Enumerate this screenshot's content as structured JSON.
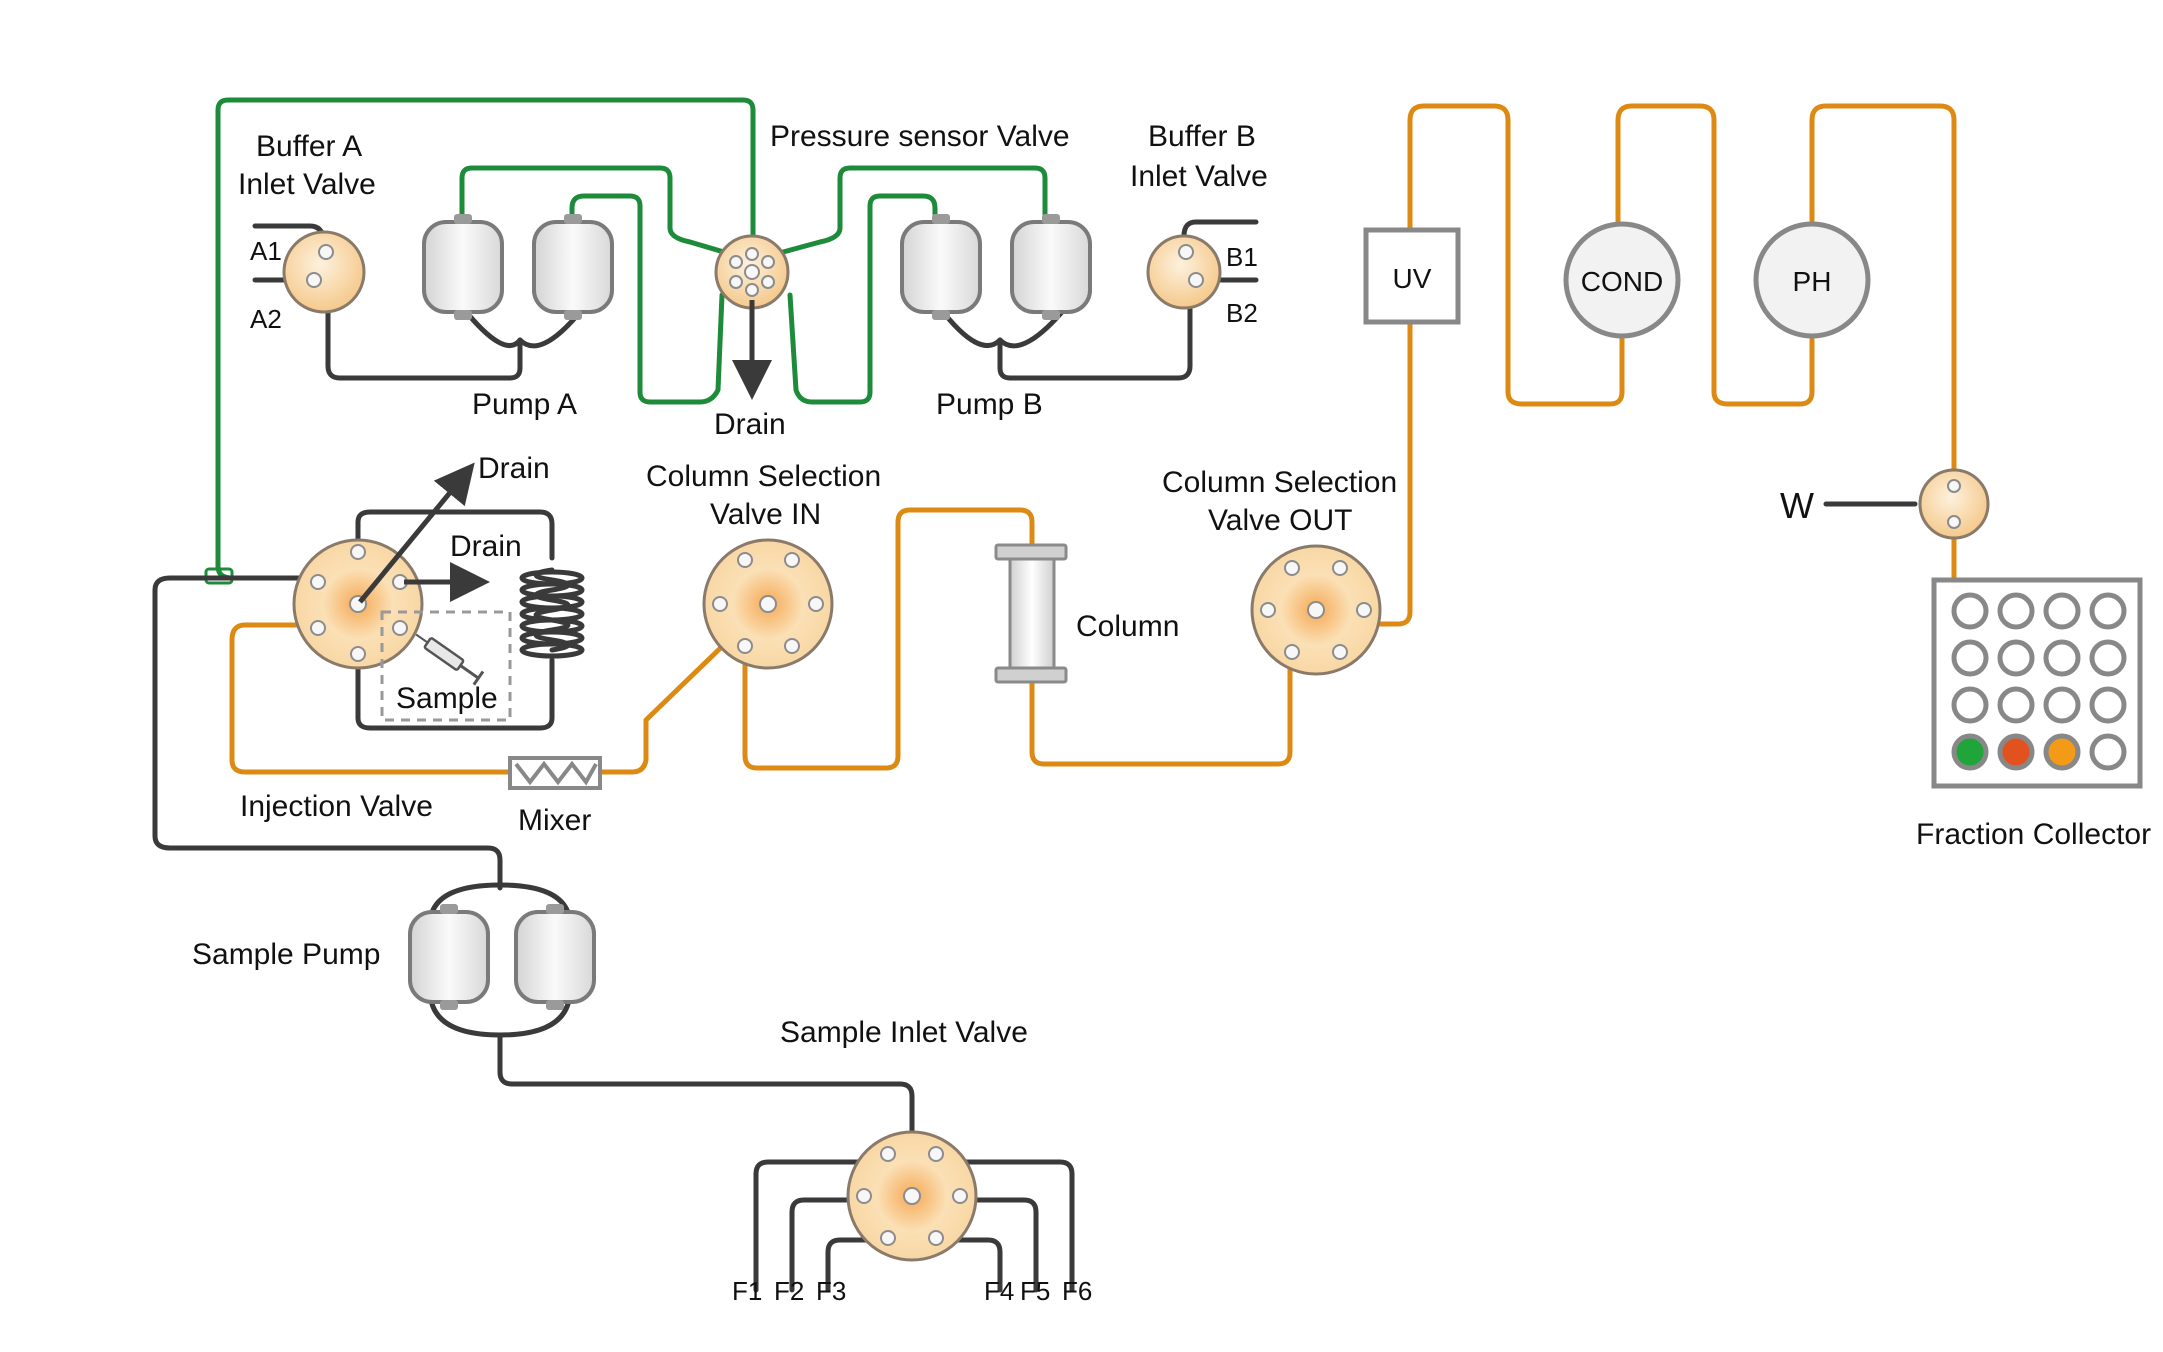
{
  "colors": {
    "green_line": "#1e8b3a",
    "orange_line": "#dd8a14",
    "dark_line": "#3a3a3a",
    "valve_fill": "#f8d7a4",
    "valve_center": "#f5b86a",
    "pump_head_fill": "#e8e8e8",
    "fraction_green": "#1fa53a",
    "fraction_red": "#e2521e",
    "fraction_orange": "#f39a16"
  },
  "labels": {
    "buffer_a_line1": "Buffer A",
    "buffer_a_line2": "Inlet  Valve",
    "pressure_sensor_valve": "Pressure sensor Valve",
    "buffer_b_line1": "Buffer B",
    "buffer_b_line2": "Inlet Valve",
    "port_a1": "A1",
    "port_a2": "A2",
    "port_b1": "B1",
    "port_b2": "B2",
    "pump_a": "Pump A",
    "pump_b": "Pump B",
    "drain_center": "Drain",
    "drain_upper": "Drain",
    "drain_middle": "Drain",
    "column_sel_in_line1": "Column Selection",
    "column_sel_in_line2": "Valve IN",
    "column_sel_out_line1": "Column Selection",
    "column_sel_out_line2": "Valve OUT",
    "column": "Column",
    "sample": "Sample",
    "injection_valve": "Injection Valve",
    "mixer": "Mixer",
    "sample_pump": "Sample Pump",
    "sample_inlet_valve": "Sample Inlet Valve",
    "uv": "UV",
    "cond": "COND",
    "ph": "PH",
    "waste": "W",
    "fraction_collector": "Fraction Collector",
    "f1": "F1",
    "f2": "F2",
    "f3": "F3",
    "f4": "F4",
    "f5": "F5",
    "f6": "F6"
  }
}
